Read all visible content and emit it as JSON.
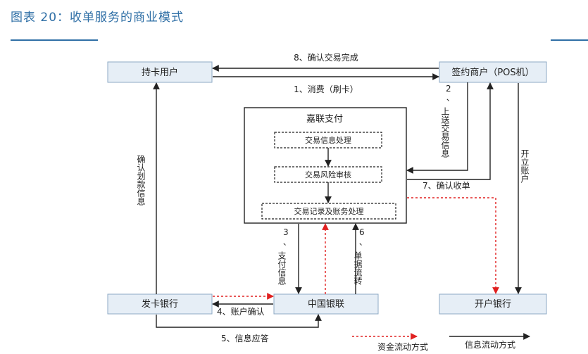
{
  "figure_title": "图表 20：收单服务的商业模式",
  "nodes": {
    "cardholder": "持卡用户",
    "merchant": "签约商户（POS机）",
    "jialian": "嘉联支付",
    "step_info": "交易信息处理",
    "step_risk": "交易风险审核",
    "step_record": "交易记录及账务处理",
    "issuer_bank": "发卡银行",
    "unionpay": "中国银联",
    "acquirer_bank": "开户银行"
  },
  "flows": {
    "f1": "1、消费（刷卡）",
    "f2_num": "2",
    "f2": "、上送交易信息",
    "f3_num": "3",
    "f3": "、支付信息",
    "f4": "4、账户确认",
    "f5": "5、信息应答",
    "f6_num": "6",
    "f6": "、单据流转",
    "f7": "7、确认收单",
    "f8": "8、确认交易完成",
    "confirm_debit": "确认划款信息",
    "open_account": "开立账户"
  },
  "legend": {
    "fund_flow": "资金流动方式",
    "info_flow": "信息流动方式"
  }
}
